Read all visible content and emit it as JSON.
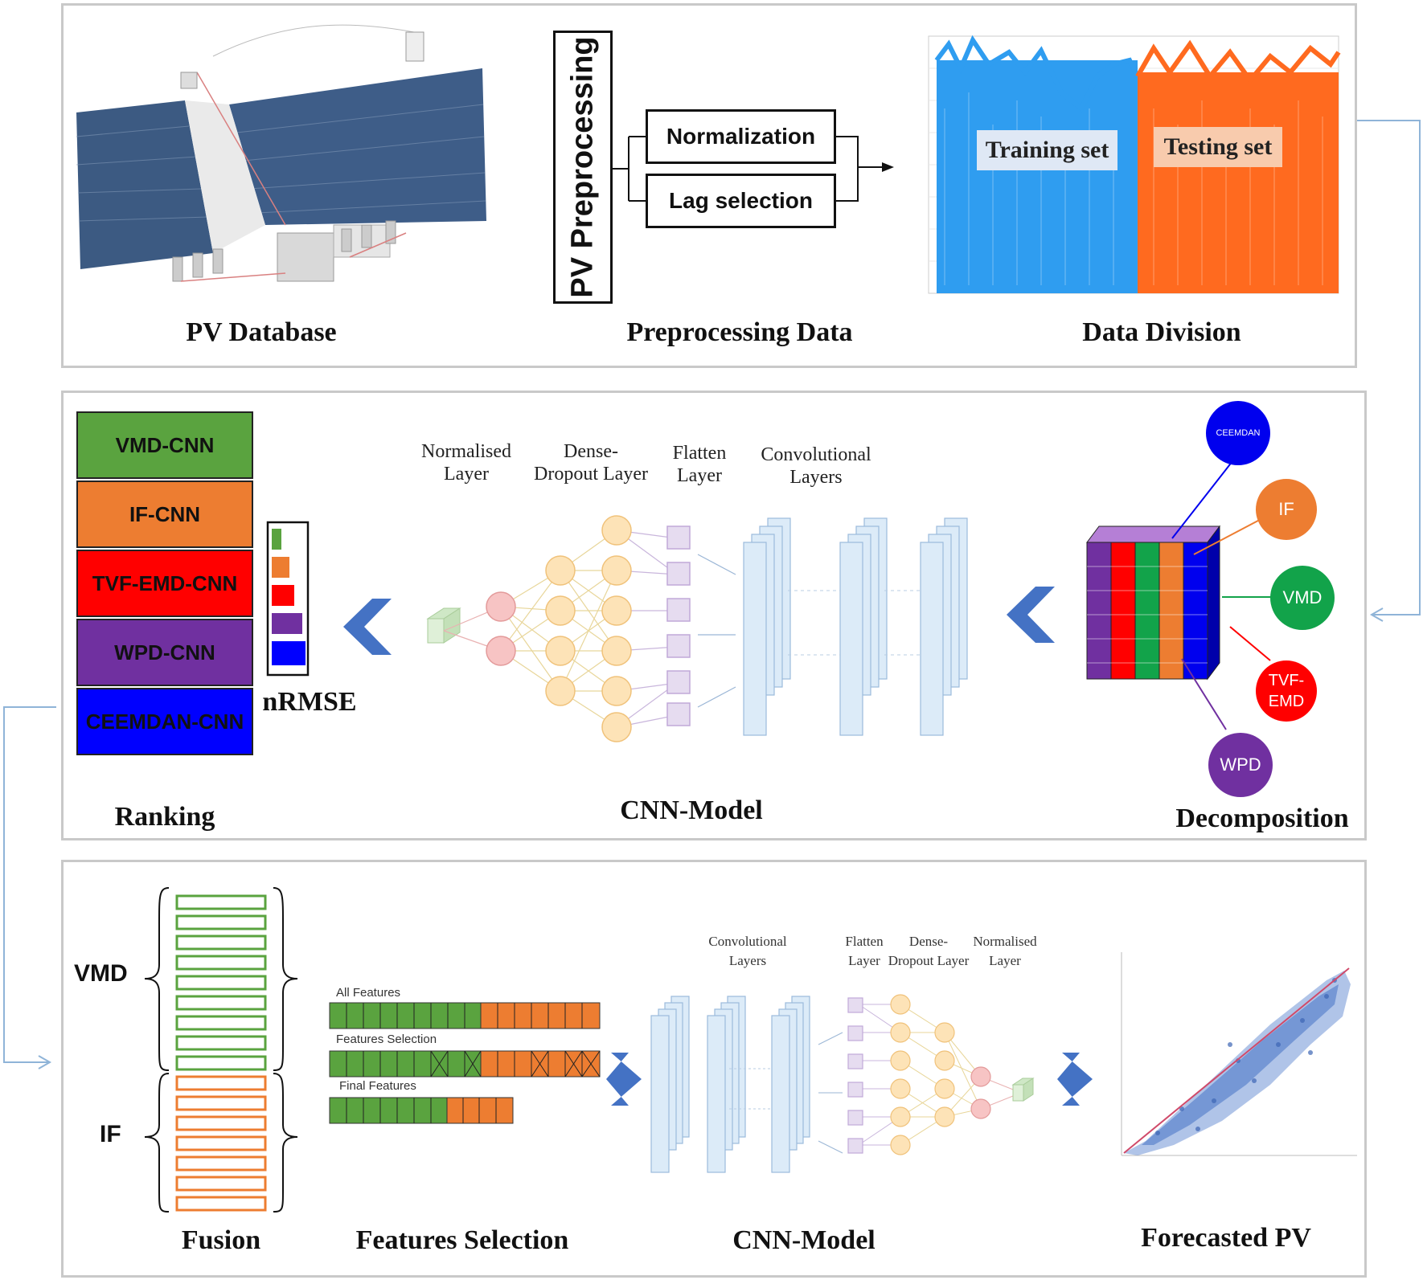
{
  "top": {
    "captions": {
      "pv_database": "PV Database",
      "preprocessing": "Preprocessing Data",
      "division": "Data Division"
    },
    "pv_preprocessing": "PV Preprocessing",
    "normalization": "Normalization",
    "lag_selection": "Lag selection",
    "training_set": "Training set",
    "testing_set": "Testing set"
  },
  "middle": {
    "ranking_caption": "Ranking",
    "cnn_caption": "CNN-Model",
    "decomposition_caption": "Decomposition",
    "nrmse": "nRMSE",
    "ranking": [
      {
        "label": "VMD-CNN",
        "color": "#5aa33f"
      },
      {
        "label": "IF-CNN",
        "color": "#ed7d31"
      },
      {
        "label": "TVF-EMD-CNN",
        "color": "#ff0000"
      },
      {
        "label": "WPD-CNN",
        "color": "#7030a0"
      },
      {
        "label": "CEEMDAN-CNN",
        "color": "#0000ff"
      }
    ],
    "layers": {
      "normalised": "Normalised\nLayer",
      "dense": "Dense-\nDropout Layer",
      "flatten": "Flatten\nLayer",
      "conv": "Convolutional\nLayers"
    },
    "methods": [
      {
        "label": "CEEMDAN",
        "color": "#0000ee"
      },
      {
        "label": "IF",
        "color": "#ed7d31"
      },
      {
        "label": "VMD",
        "color": "#12a34a"
      },
      {
        "label": "TVF-\nEMD",
        "color": "#ff0000"
      },
      {
        "label": "WPD",
        "color": "#7030a0"
      }
    ]
  },
  "bottom": {
    "fusion_caption": "Fusion",
    "features_caption": "Features Selection",
    "cnn_caption": "CNN-Model",
    "forecast_caption": "Forecasted PV",
    "vmd_label": "VMD",
    "if_label": "IF",
    "all_features": "All Features",
    "features_selection": "Features Selection",
    "final_features": "Final Features",
    "layers": {
      "conv": "Convolutional\nLayers",
      "flatten": "Flatten\nLayer",
      "dense": "Dense-\nDropout Layer",
      "normalised": "Normalised\nLayer"
    }
  },
  "colors": {
    "green": "#5aa33f",
    "orange": "#ed7d31",
    "arrow_blue": "#4472c4",
    "connector": "#8fb4d8"
  }
}
